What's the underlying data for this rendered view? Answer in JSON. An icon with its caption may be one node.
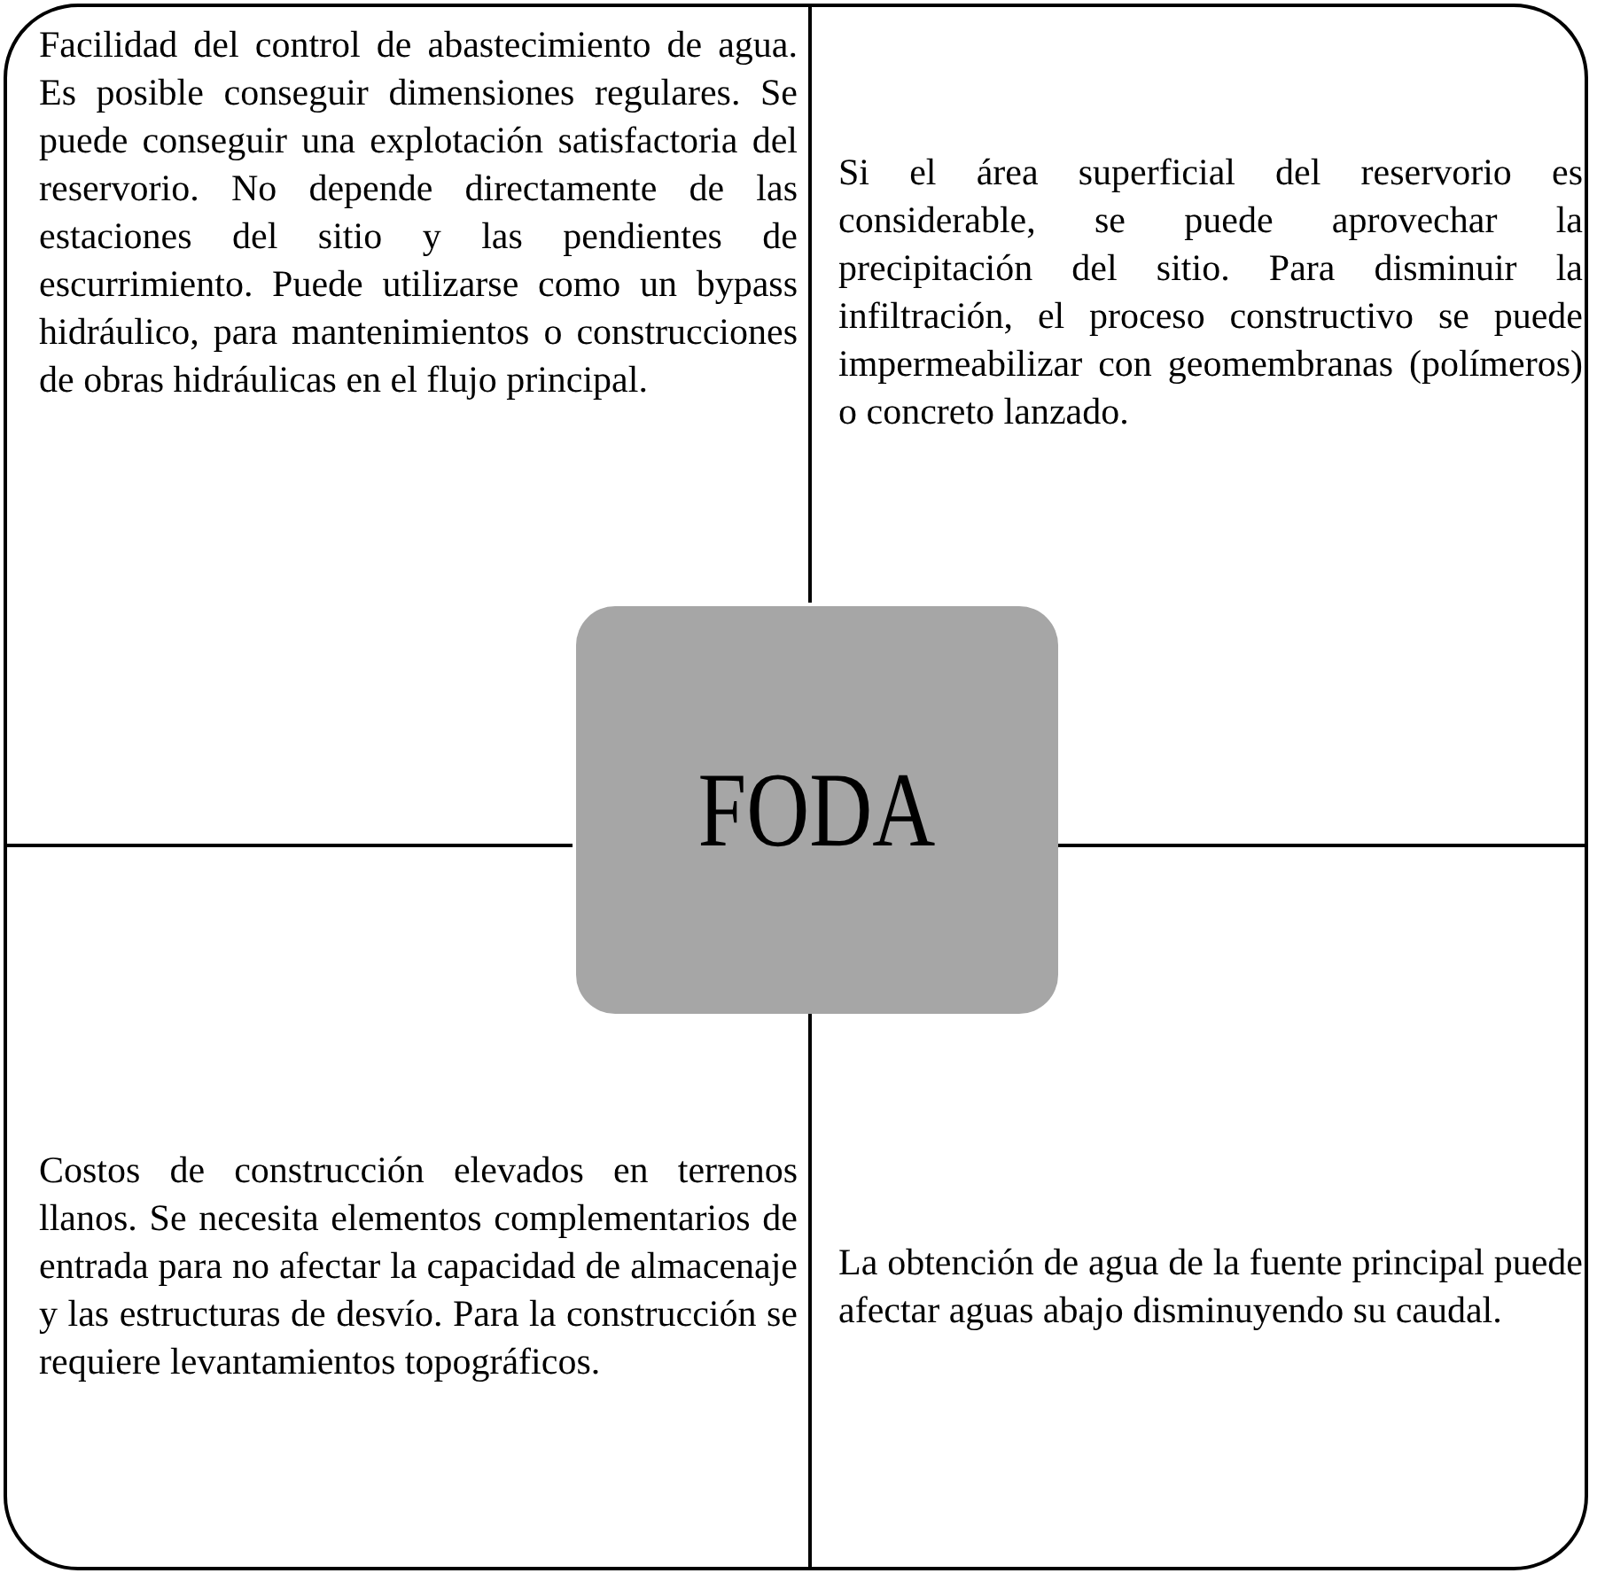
{
  "diagram": {
    "nodes": [
      {
        "text": [],
        "shape": "box"
      },
      {
        "text": [
          "Facilidad del control de abastecimiento de agua. Es posible conseguir dimensiones regulares. Se puede conseguir una explotación satisfactoria del reservorio. No depende directamente de las estaciones del sitio y las pendientes de escurrimiento. Puede utilizarse como un bypass hidráulico, para mantenimientos o construcciones de obras hidráulicas en el flujo principal."
        ],
        "in": 0
      },
      {
        "text": [
          "Si el área superficial del reservorio es considerable, se puede aprovechar la precipitación del sitio. Para disminuir la infiltración, el proceso constructivo se puede impermeabilizar con geomembranas (polímeros) o concreto lanzado."
        ],
        "in": 0
      },
      {
        "text": [
          "FODA"
        ],
        "in": 0
      },
      {
        "text": [
          "Costos de construcción elevados en terrenos llanos. Se necesita elementos complementarios de entrada para no afectar la capacidad de almacenaje y las estructuras de desvío. Para la construcción se requiere levantamientos topográficos."
        ],
        "in": 0
      },
      {
        "text": [
          "La obtención de agua de la fuente principal puede afectar aguas abajo disminuyendo su caudal."
        ],
        "in": 0
      }
    ],
    "edges": []
  }
}
